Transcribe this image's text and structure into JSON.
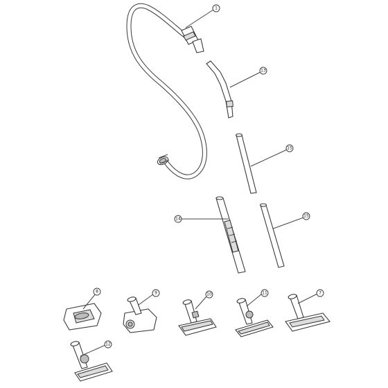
{
  "callouts": {
    "c1": "1",
    "c13": "13",
    "c15a": "15",
    "c14": "14",
    "c15b": "15",
    "c8": "8",
    "c9": "9",
    "c10": "10",
    "c11": "11",
    "c7": "7",
    "c12": "12"
  }
}
